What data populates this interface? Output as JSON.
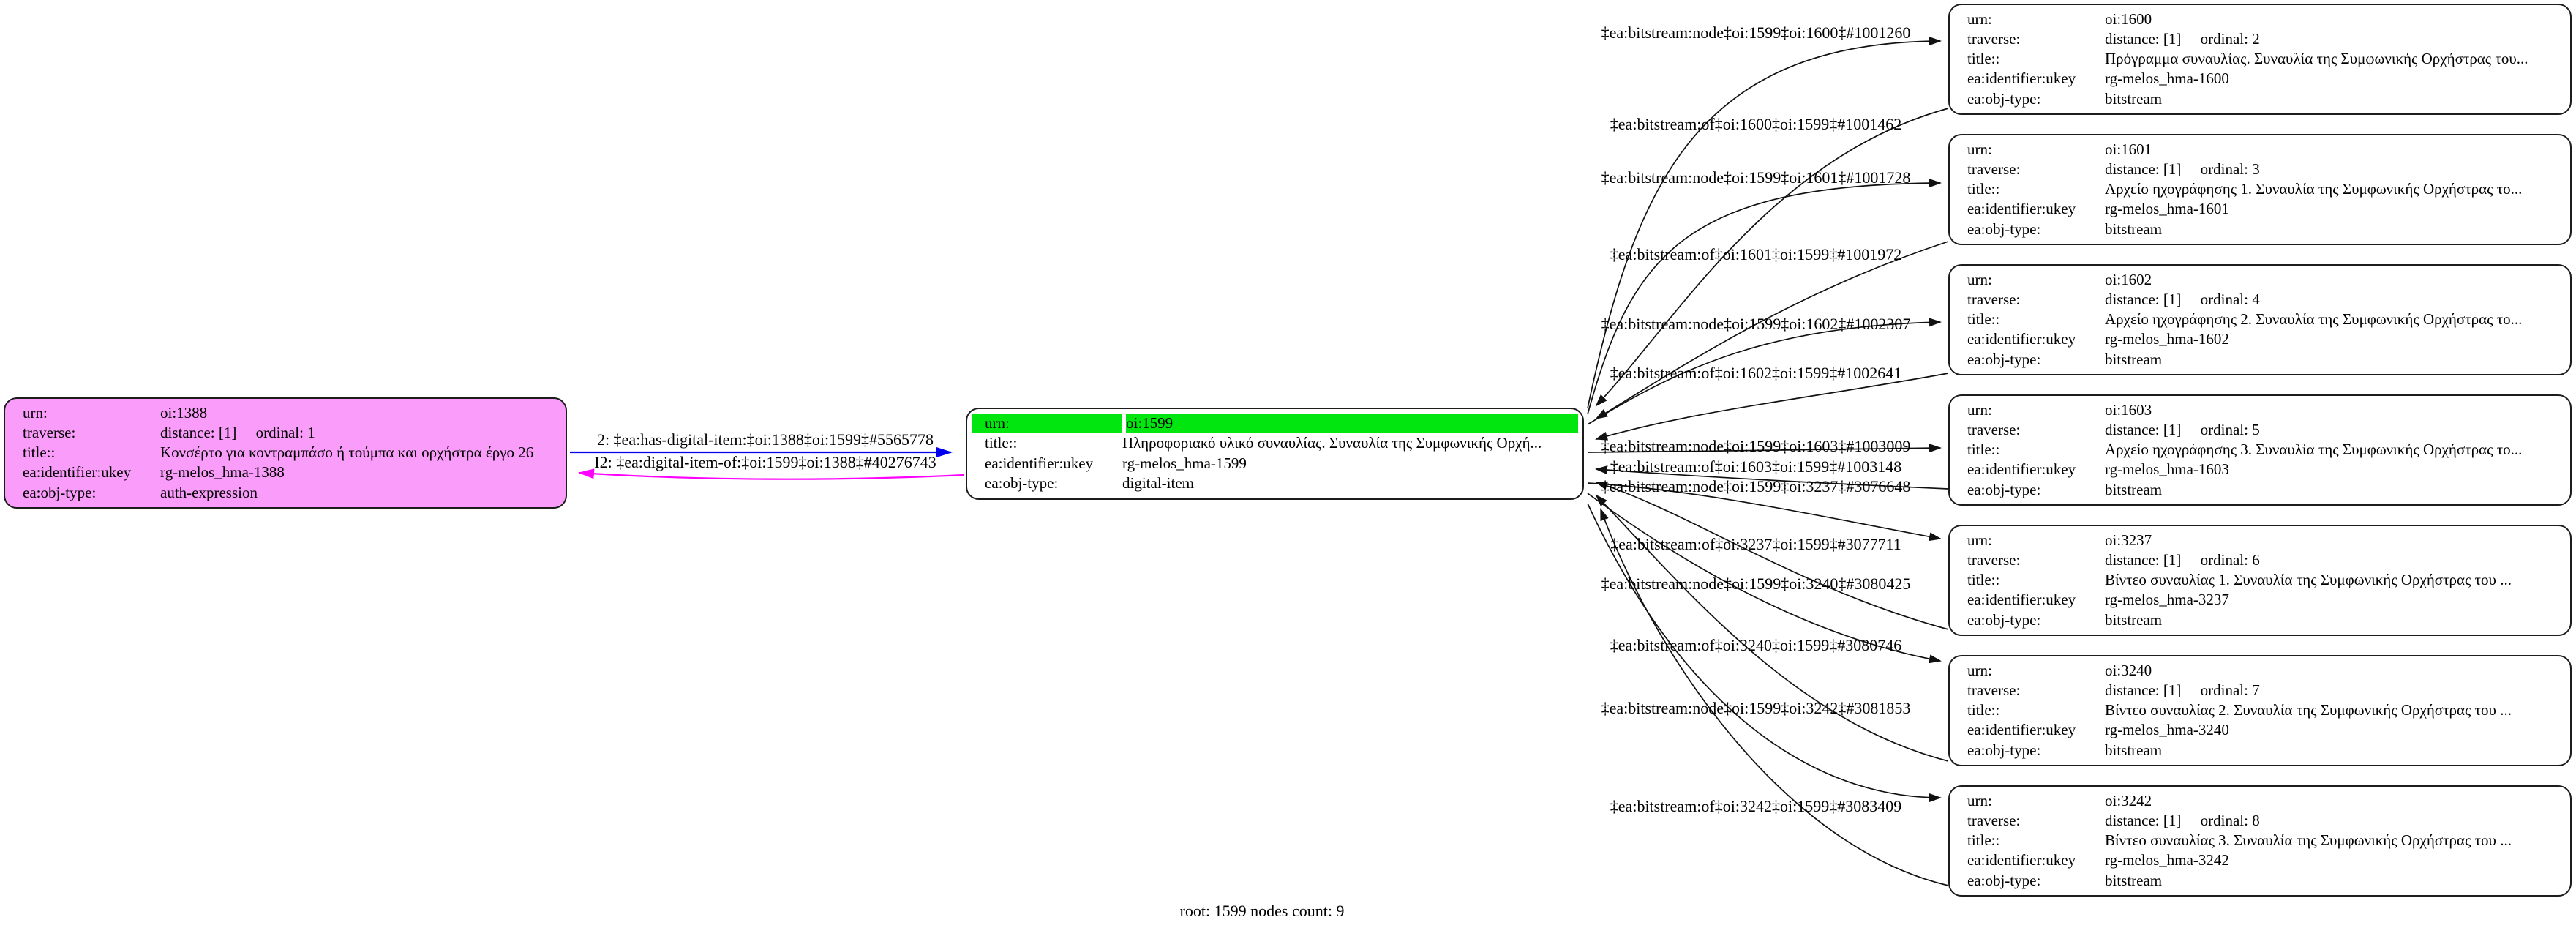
{
  "caption": "root: 1599 nodes count: 9",
  "colors": {
    "node_pink": "#fa9dfa",
    "highlight_green": "#00e60e",
    "edge_blue": "#0000ee",
    "edge_magenta": "#ff00ff",
    "edge_black": "#111111"
  },
  "keys": {
    "urn": "urn:",
    "traverse": "traverse:",
    "title": "title::",
    "ukey": "ea:identifier:ukey",
    "objtype": "ea:obj-type:"
  },
  "nodes": {
    "n1388": {
      "urn": "oi:1388",
      "traverse": "distance: [1]     ordinal: 1",
      "title": "Κονσέρτο για κοντραμπάσο ή τούμπα και ορχήστρα έργο 26",
      "ukey": "rg-melos_hma-1388",
      "objtype": "auth-expression"
    },
    "n1599": {
      "urn": "oi:1599",
      "title": "Πληροφοριακό υλικό συναυλίας. Συναυλία της Συμφωνικής Ορχή...",
      "ukey": "rg-melos_hma-1599",
      "objtype": "digital-item"
    },
    "n1600": {
      "urn": "oi:1600",
      "traverse": "distance: [1]     ordinal: 2",
      "title": "Πρόγραμμα συναυλίας. Συναυλία της Συμφωνικής Ορχήστρας του...",
      "ukey": "rg-melos_hma-1600",
      "objtype": "bitstream"
    },
    "n1601": {
      "urn": "oi:1601",
      "traverse": "distance: [1]     ordinal: 3",
      "title": "Αρχείο ηχογράφησης 1. Συναυλία της Συμφωνικής Ορχήστρας το...",
      "ukey": "rg-melos_hma-1601",
      "objtype": "bitstream"
    },
    "n1602": {
      "urn": "oi:1602",
      "traverse": "distance: [1]     ordinal: 4",
      "title": "Αρχείο ηχογράφησης 2. Συναυλία της Συμφωνικής Ορχήστρας το...",
      "ukey": "rg-melos_hma-1602",
      "objtype": "bitstream"
    },
    "n1603": {
      "urn": "oi:1603",
      "traverse": "distance: [1]     ordinal: 5",
      "title": "Αρχείο ηχογράφησης 3. Συναυλία της Συμφωνικής Ορχήστρας το...",
      "ukey": "rg-melos_hma-1603",
      "objtype": "bitstream"
    },
    "n3237": {
      "urn": "oi:3237",
      "traverse": "distance: [1]     ordinal: 6",
      "title": "Βίντεο συναυλίας 1. Συναυλία της Συμφωνικής Ορχήστρας του ...",
      "ukey": "rg-melos_hma-3237",
      "objtype": "bitstream"
    },
    "n3240": {
      "urn": "oi:3240",
      "traverse": "distance: [1]     ordinal: 7",
      "title": "Βίντεο συναυλίας 2. Συναυλία της Συμφωνικής Ορχήστρας του ...",
      "ukey": "rg-melos_hma-3240",
      "objtype": "bitstream"
    },
    "n3242": {
      "urn": "oi:3242",
      "traverse": "distance: [1]     ordinal: 8",
      "title": "Βίντεο συναυλίας 3. Συναυλία της Συμφωνικής Ορχήστρας του ...",
      "ukey": "rg-melos_hma-3242",
      "objtype": "bitstream"
    }
  },
  "edges": {
    "has_digital_item": {
      "label": "2: ‡ea:has-digital-item:‡oi:1388‡oi:1599‡#5565778"
    },
    "digital_item_of": {
      "label": "I2: ‡ea:digital-item-of:‡oi:1599‡oi:1388‡#40276743"
    },
    "node_1600": {
      "label": "‡ea:bitstream:node‡oi:1599‡oi:1600‡#1001260"
    },
    "of_1600": {
      "label": "‡ea:bitstream:of‡oi:1600‡oi:1599‡#1001462"
    },
    "node_1601": {
      "label": "‡ea:bitstream:node‡oi:1599‡oi:1601‡#1001728"
    },
    "of_1601": {
      "label": "‡ea:bitstream:of‡oi:1601‡oi:1599‡#1001972"
    },
    "node_1602": {
      "label": "‡ea:bitstream:node‡oi:1599‡oi:1602‡#1002307"
    },
    "of_1602": {
      "label": "‡ea:bitstream:of‡oi:1602‡oi:1599‡#1002641"
    },
    "node_1603": {
      "label": "‡ea:bitstream:node‡oi:1599‡oi:1603‡#1003009"
    },
    "of_1603": {
      "label": "‡ea:bitstream:of‡oi:1603‡oi:1599‡#1003148"
    },
    "node_3237": {
      "label": "‡ea:bitstream:node‡oi:1599‡oi:3237‡#3076648"
    },
    "of_3237": {
      "label": "‡ea:bitstream:of‡oi:3237‡oi:1599‡#3077711"
    },
    "node_3240": {
      "label": "‡ea:bitstream:node‡oi:1599‡oi:3240‡#3080425"
    },
    "of_3240": {
      "label": "‡ea:bitstream:of‡oi:3240‡oi:1599‡#3080746"
    },
    "node_3242": {
      "label": "‡ea:bitstream:node‡oi:1599‡oi:3242‡#3081853"
    },
    "of_3242": {
      "label": "‡ea:bitstream:of‡oi:3242‡oi:1599‡#3083409"
    }
  }
}
